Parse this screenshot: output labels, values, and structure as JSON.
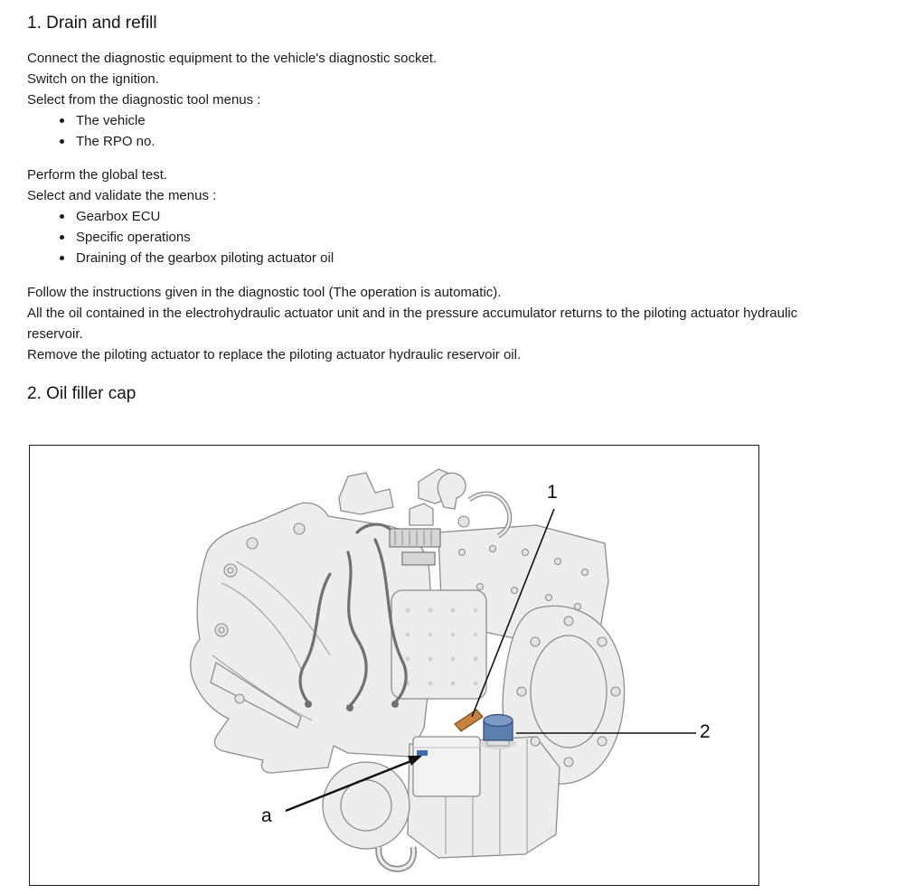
{
  "page": {
    "bg": "#ffffff",
    "text_color": "#1b1b1b"
  },
  "section1": {
    "heading": "1. Drain and refill",
    "para1": [
      "Connect the diagnostic equipment to the vehicle's diagnostic socket.",
      "Switch on the ignition.",
      "Select from the diagnostic tool menus :"
    ],
    "list1": [
      "The vehicle",
      "The RPO no."
    ],
    "para2": [
      "Perform the global test.",
      "Select and validate the menus :"
    ],
    "list2": [
      "Gearbox ECU",
      "Specific operations",
      "Draining of the gearbox piloting actuator oil"
    ],
    "para3": [
      "Follow the instructions given in the diagnostic tool (The operation is automatic).",
      "All the oil contained in the electrohydraulic actuator unit and in the pressure accumulator returns to the piloting actuator hydraulic",
      "reservoir.",
      "Remove the piloting actuator to replace the piloting actuator hydraulic reservoir oil."
    ]
  },
  "section2": {
    "heading": "2. Oil filler cap",
    "figure": {
      "callout1": "1",
      "callout2": "2",
      "calloutA": "a",
      "colors": {
        "cap_blue": "#5b7fae",
        "cap_blue_top": "#7b9ac4",
        "dipstick_orange": "#c5813d",
        "label_blue": "#3f6db0"
      }
    }
  }
}
